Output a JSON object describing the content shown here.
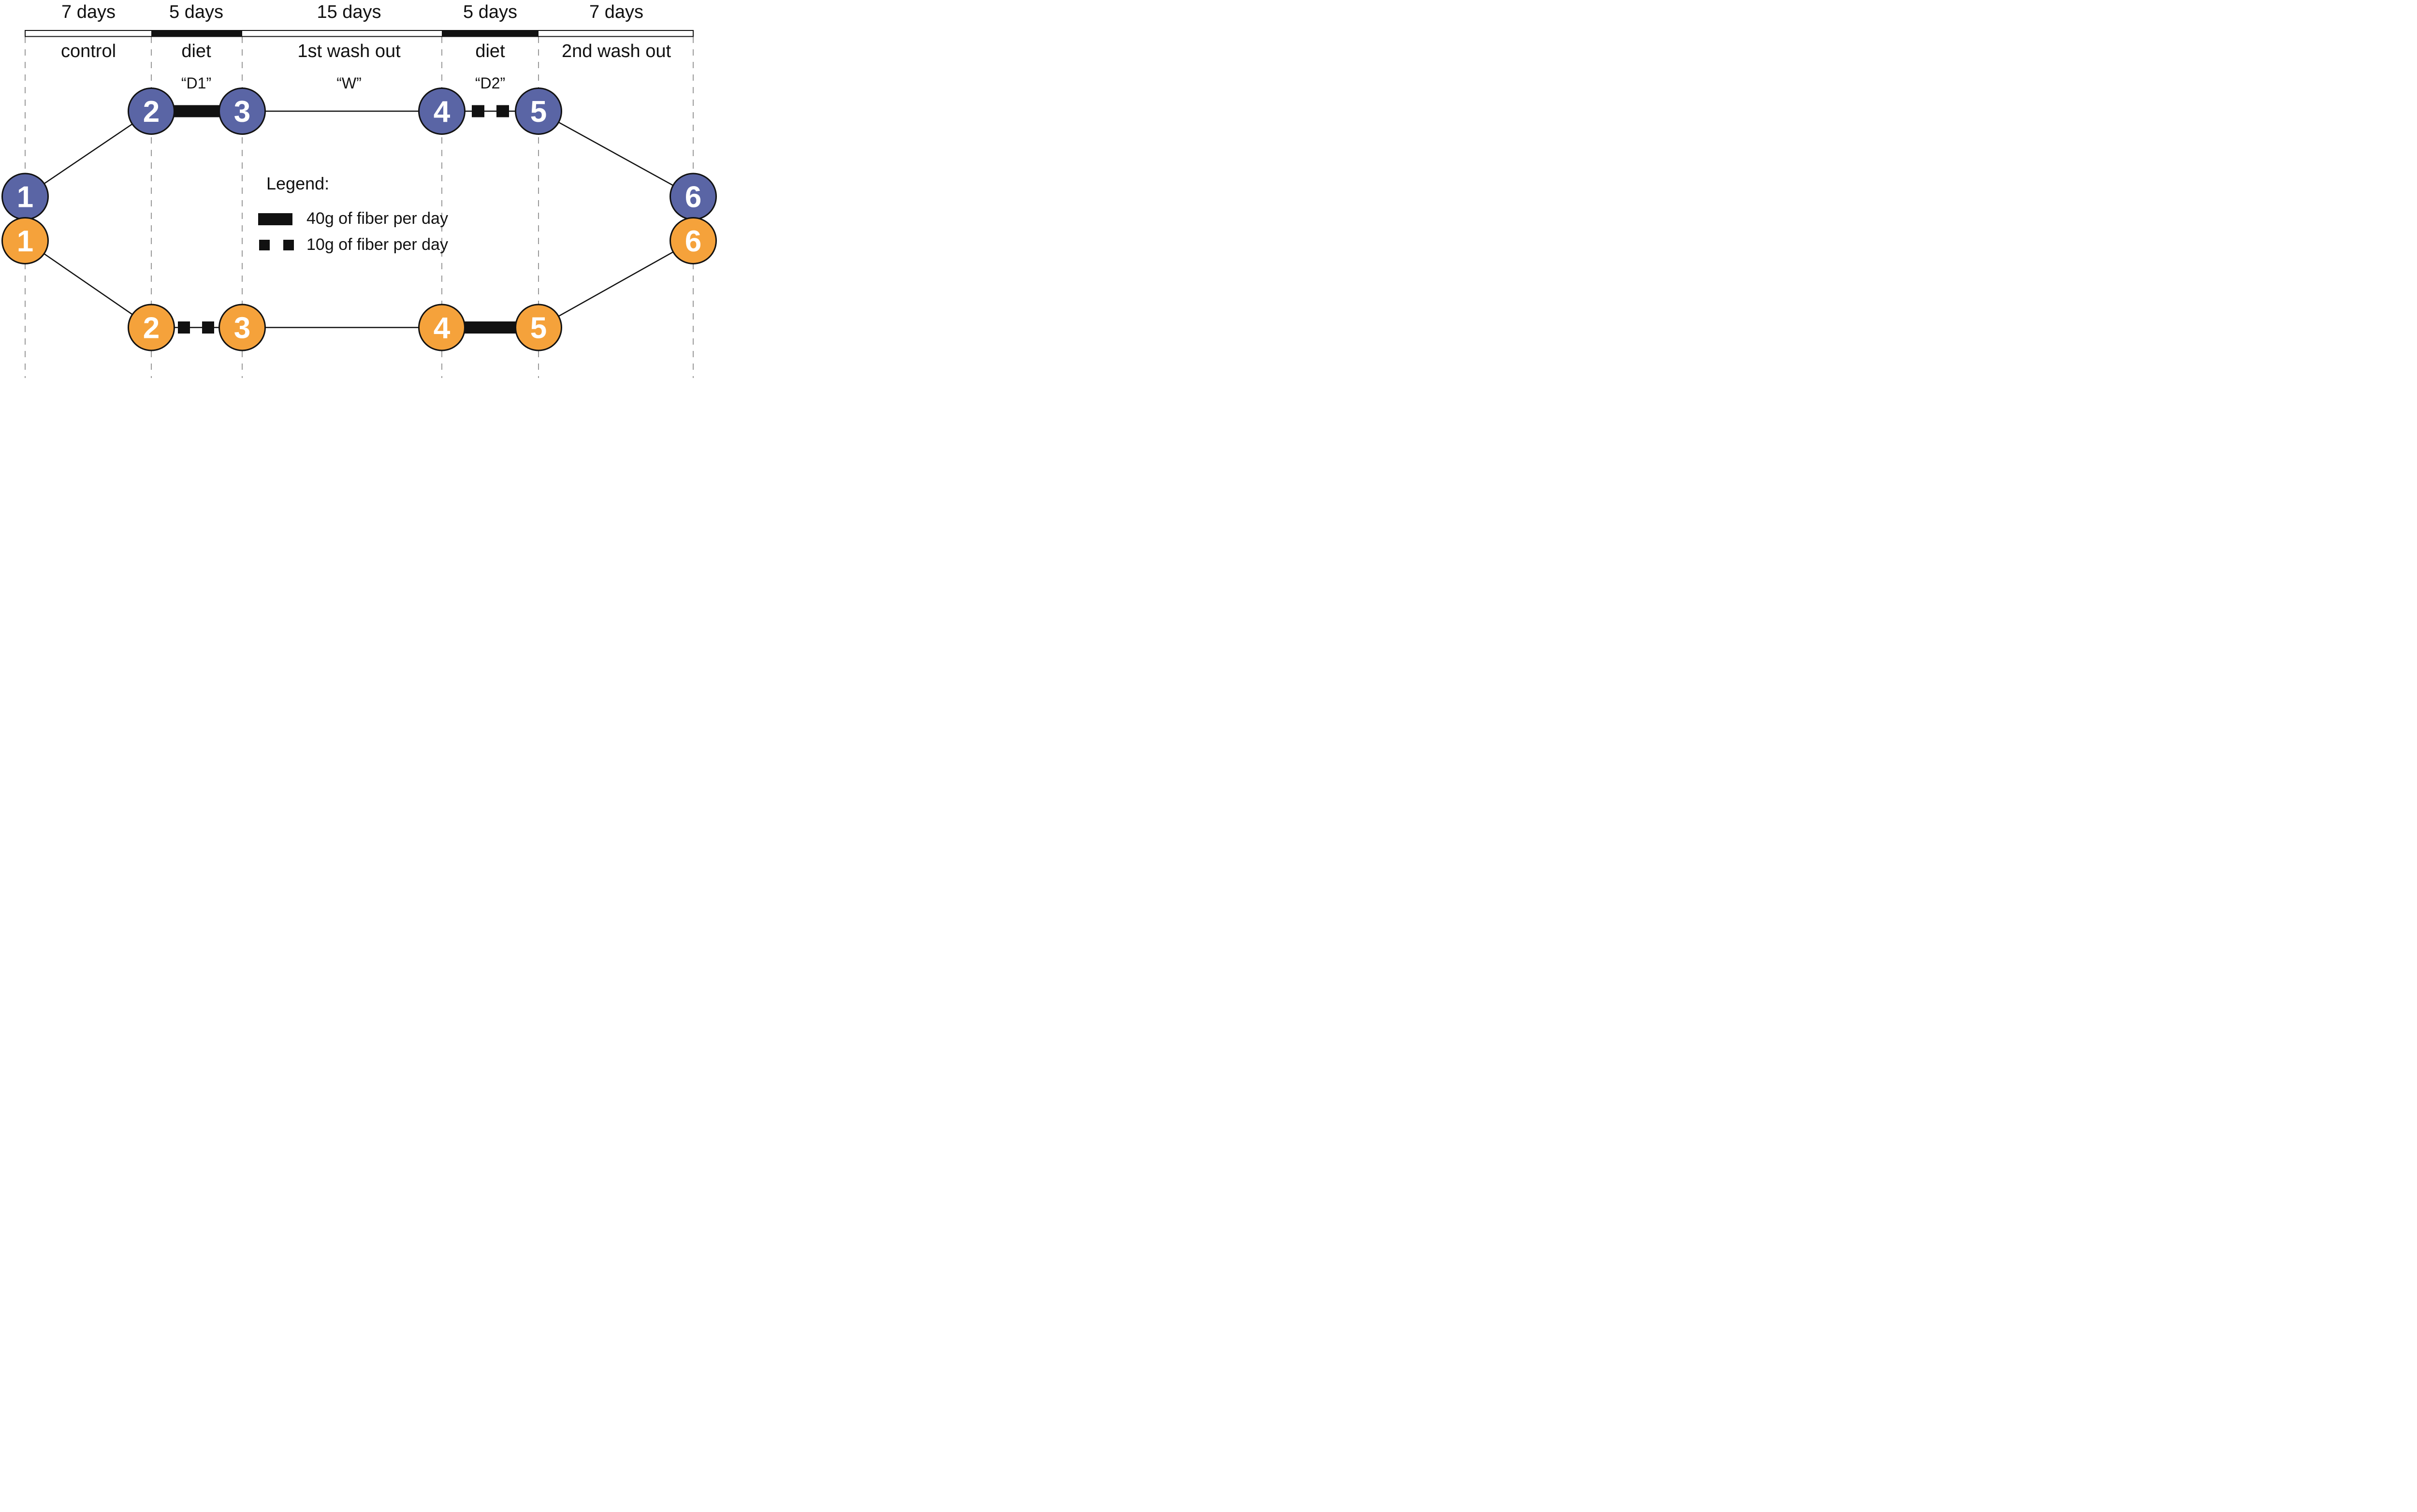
{
  "phases": [
    {
      "duration": "7 days",
      "label": "control",
      "code": "",
      "bar_color": "#ffffff"
    },
    {
      "duration": "5 days",
      "label": "diet",
      "code": "“D1”",
      "bar_color": "#111111"
    },
    {
      "duration": "15 days",
      "label": "1st wash out",
      "code": "“W”",
      "bar_color": "#ffffff"
    },
    {
      "duration": "5 days",
      "label": "diet",
      "code": "“D2”",
      "bar_color": "#111111"
    },
    {
      "duration": "7 days",
      "label": "2nd wash out",
      "code": "",
      "bar_color": "#ffffff"
    }
  ],
  "arms": {
    "blue": {
      "color": "#5A65A5",
      "visits": [
        "1",
        "2",
        "3",
        "4",
        "5",
        "6"
      ],
      "fiber_between_2_3": "40g of fiber per day",
      "fiber_between_4_5": "10g of fiber per day"
    },
    "orange": {
      "color": "#F5A23B",
      "visits": [
        "1",
        "2",
        "3",
        "4",
        "5",
        "6"
      ],
      "fiber_between_2_3": "10g of fiber per day",
      "fiber_between_4_5": "40g of fiber per day"
    }
  },
  "legend": {
    "title": "Legend:",
    "items": [
      {
        "swatch": "solid-bar",
        "label": "40g of fiber per day"
      },
      {
        "swatch": "dashed-squares",
        "label": "10g of fiber per day"
      }
    ]
  },
  "colors": {
    "ink": "#111111",
    "dashed_line": "#999999",
    "visit_number": "#ffffff"
  }
}
